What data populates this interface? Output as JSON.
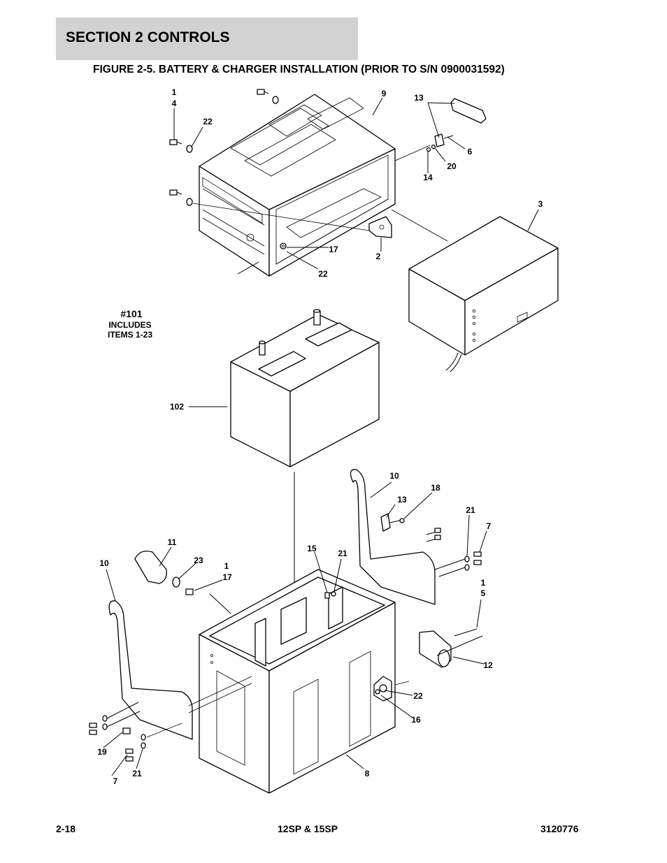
{
  "header": {
    "section_title": "SECTION 2   CONTROLS",
    "figure_title": "FIGURE 2-5. BATTERY & CHARGER INSTALLATION (PRIOR TO S/N 0900031592)"
  },
  "diagram": {
    "callouts": {
      "c_1": "1",
      "c_4": "4",
      "c_22a": "22",
      "c_9": "9",
      "c_13a": "13",
      "c_6": "6",
      "c_20": "20",
      "c_14": "14",
      "c_3": "3",
      "c_17a": "17",
      "c_2": "2",
      "c_22b": "22",
      "c_102": "102",
      "c_10a": "10",
      "c_18": "18",
      "c_13b": "13",
      "c_21a": "21",
      "c_7a": "7",
      "c_11": "11",
      "c_23": "23",
      "c_1b": "1",
      "c_17b": "17",
      "c_10b": "10",
      "c_15": "15",
      "c_21b": "21",
      "c_1c": "1",
      "c_5": "5",
      "c_12": "12",
      "c_22c": "22",
      "c_16": "16",
      "c_19": "19",
      "c_7b": "7",
      "c_21c": "21",
      "c_8": "8"
    },
    "kit_note": {
      "line1": "#101",
      "line2": "INCLUDES",
      "line3": "ITEMS 1-23"
    }
  },
  "footer": {
    "page_number": "2-18",
    "model": "12SP & 15SP",
    "doc_number": "3120776"
  }
}
